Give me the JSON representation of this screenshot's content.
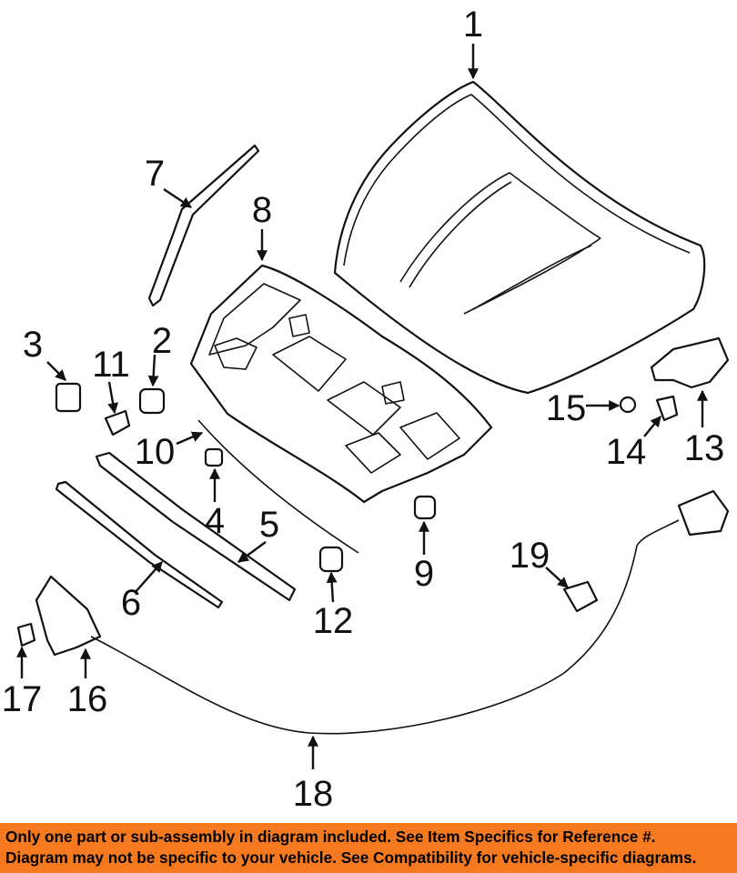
{
  "diagram": {
    "callouts": [
      "1",
      "2",
      "3",
      "4",
      "5",
      "6",
      "7",
      "8",
      "9",
      "10",
      "11",
      "12",
      "13",
      "14",
      "15",
      "16",
      "17",
      "18",
      "19"
    ]
  },
  "notice": {
    "line1": "Only one part or sub-assembly in diagram included. See Item Specifics for Reference #.",
    "line2": "Diagram may not be specific to your vehicle. See Compatibility for vehicle-specific diagrams.",
    "background": "#f57a1f"
  }
}
